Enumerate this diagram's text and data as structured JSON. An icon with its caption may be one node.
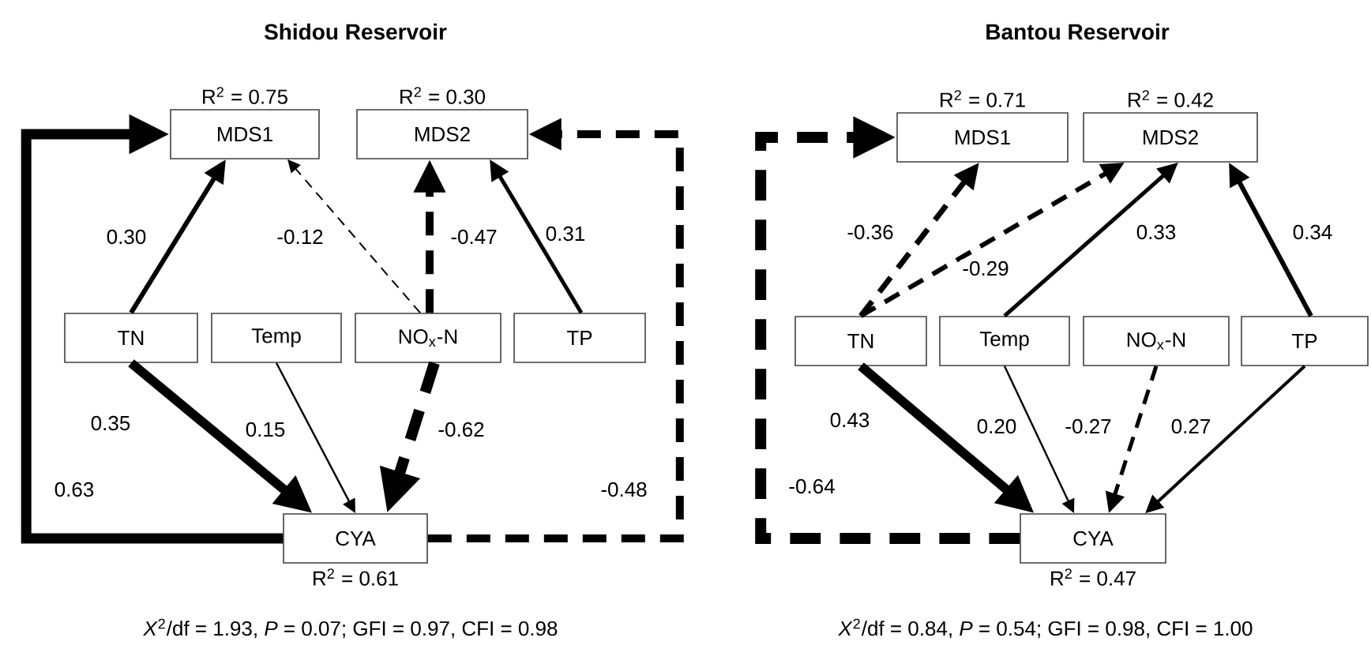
{
  "diagram": {
    "nodes": [
      {
        "text": [
          "MDS1"
        ],
        "beside": [
          "R$^{2}$ = 0.75"
        ]
      },
      {
        "text": [
          "MDS2"
        ],
        "beside": [
          "R$^{2}$ = 0.30"
        ]
      },
      {
        "text": [
          "TN"
        ]
      },
      {
        "text": [
          "Temp"
        ]
      },
      {
        "text": [
          "NO$_{x}$-N"
        ]
      },
      {
        "text": [
          "TP"
        ]
      },
      {
        "text": [
          "CYA"
        ],
        "beside": [
          "R$^{2}$ = 0.61"
        ]
      },
      {
        "text": [
          "MDS1"
        ],
        "beside": [
          "R$^{2}$ = 0.71"
        ]
      },
      {
        "text": [
          "MDS2"
        ],
        "beside": [
          "R$^{2}$ = 0.42"
        ]
      },
      {
        "text": [
          "TN"
        ]
      },
      {
        "text": [
          "Temp"
        ]
      },
      {
        "text": [
          "NO$_{x}$-N"
        ]
      },
      {
        "text": [
          "TP"
        ]
      },
      {
        "text": [
          "CYA"
        ],
        "beside": [
          "R$^{2}$ = 0.47"
        ]
      }
    ],
    "edges": [
      {
        "from": 2,
        "to": 0,
        "arrow": "to",
        "label": "0.30"
      },
      {
        "from": 4,
        "to": 0,
        "arrow": "to",
        "label": "-0.12",
        "style": "dashed"
      },
      {
        "from": 4,
        "to": 1,
        "arrow": "to",
        "label": "-0.47",
        "style": "dashed"
      },
      {
        "from": 5,
        "to": 1,
        "arrow": "to",
        "label": "0.31"
      },
      {
        "from": 2,
        "to": 6,
        "arrow": "to",
        "label": "0.35",
        "style": "thick"
      },
      {
        "from": 3,
        "to": 6,
        "arrow": "to",
        "label": "0.15"
      },
      {
        "from": 4,
        "to": 6,
        "arrow": "to",
        "label": "-0.62",
        "style": "dashed"
      },
      {
        "from": 6,
        "to": 0,
        "arrow": "to",
        "label": "0.63",
        "style": "thick"
      },
      {
        "from": 6,
        "to": 1,
        "arrow": "to",
        "label": "-0.48",
        "style": "dashed"
      },
      {
        "from": 9,
        "to": 7,
        "arrow": "to",
        "label": "-0.36",
        "style": "dashed"
      },
      {
        "from": 9,
        "to": 8,
        "arrow": "to",
        "label": "-0.29",
        "style": "dashed"
      },
      {
        "from": 10,
        "to": 8,
        "arrow": "to",
        "label": "0.33"
      },
      {
        "from": 12,
        "to": 8,
        "arrow": "to",
        "label": "0.34"
      },
      {
        "from": 9,
        "to": 13,
        "arrow": "to",
        "label": "0.43",
        "style": "thick"
      },
      {
        "from": 10,
        "to": 13,
        "arrow": "to",
        "label": "0.20"
      },
      {
        "from": 11,
        "to": 13,
        "arrow": "to",
        "label": "-0.27",
        "style": "dashed"
      },
      {
        "from": 12,
        "to": 13,
        "arrow": "to",
        "label": "0.27"
      },
      {
        "from": 13,
        "to": 7,
        "arrow": "to",
        "label": "-0.64",
        "style": "dashed"
      }
    ],
    "labels": [
      "Shidou Reservoir",
      "Bantou Reservoir",
      "*X*$^{2}$/df = 1.93, *P* = 0.07; GFI = 0.97, CFI = 0.98",
      "*X*$^{2}$/df = 0.84, *P* = 0.54; GFI = 0.98, CFI = 1.00"
    ]
  }
}
